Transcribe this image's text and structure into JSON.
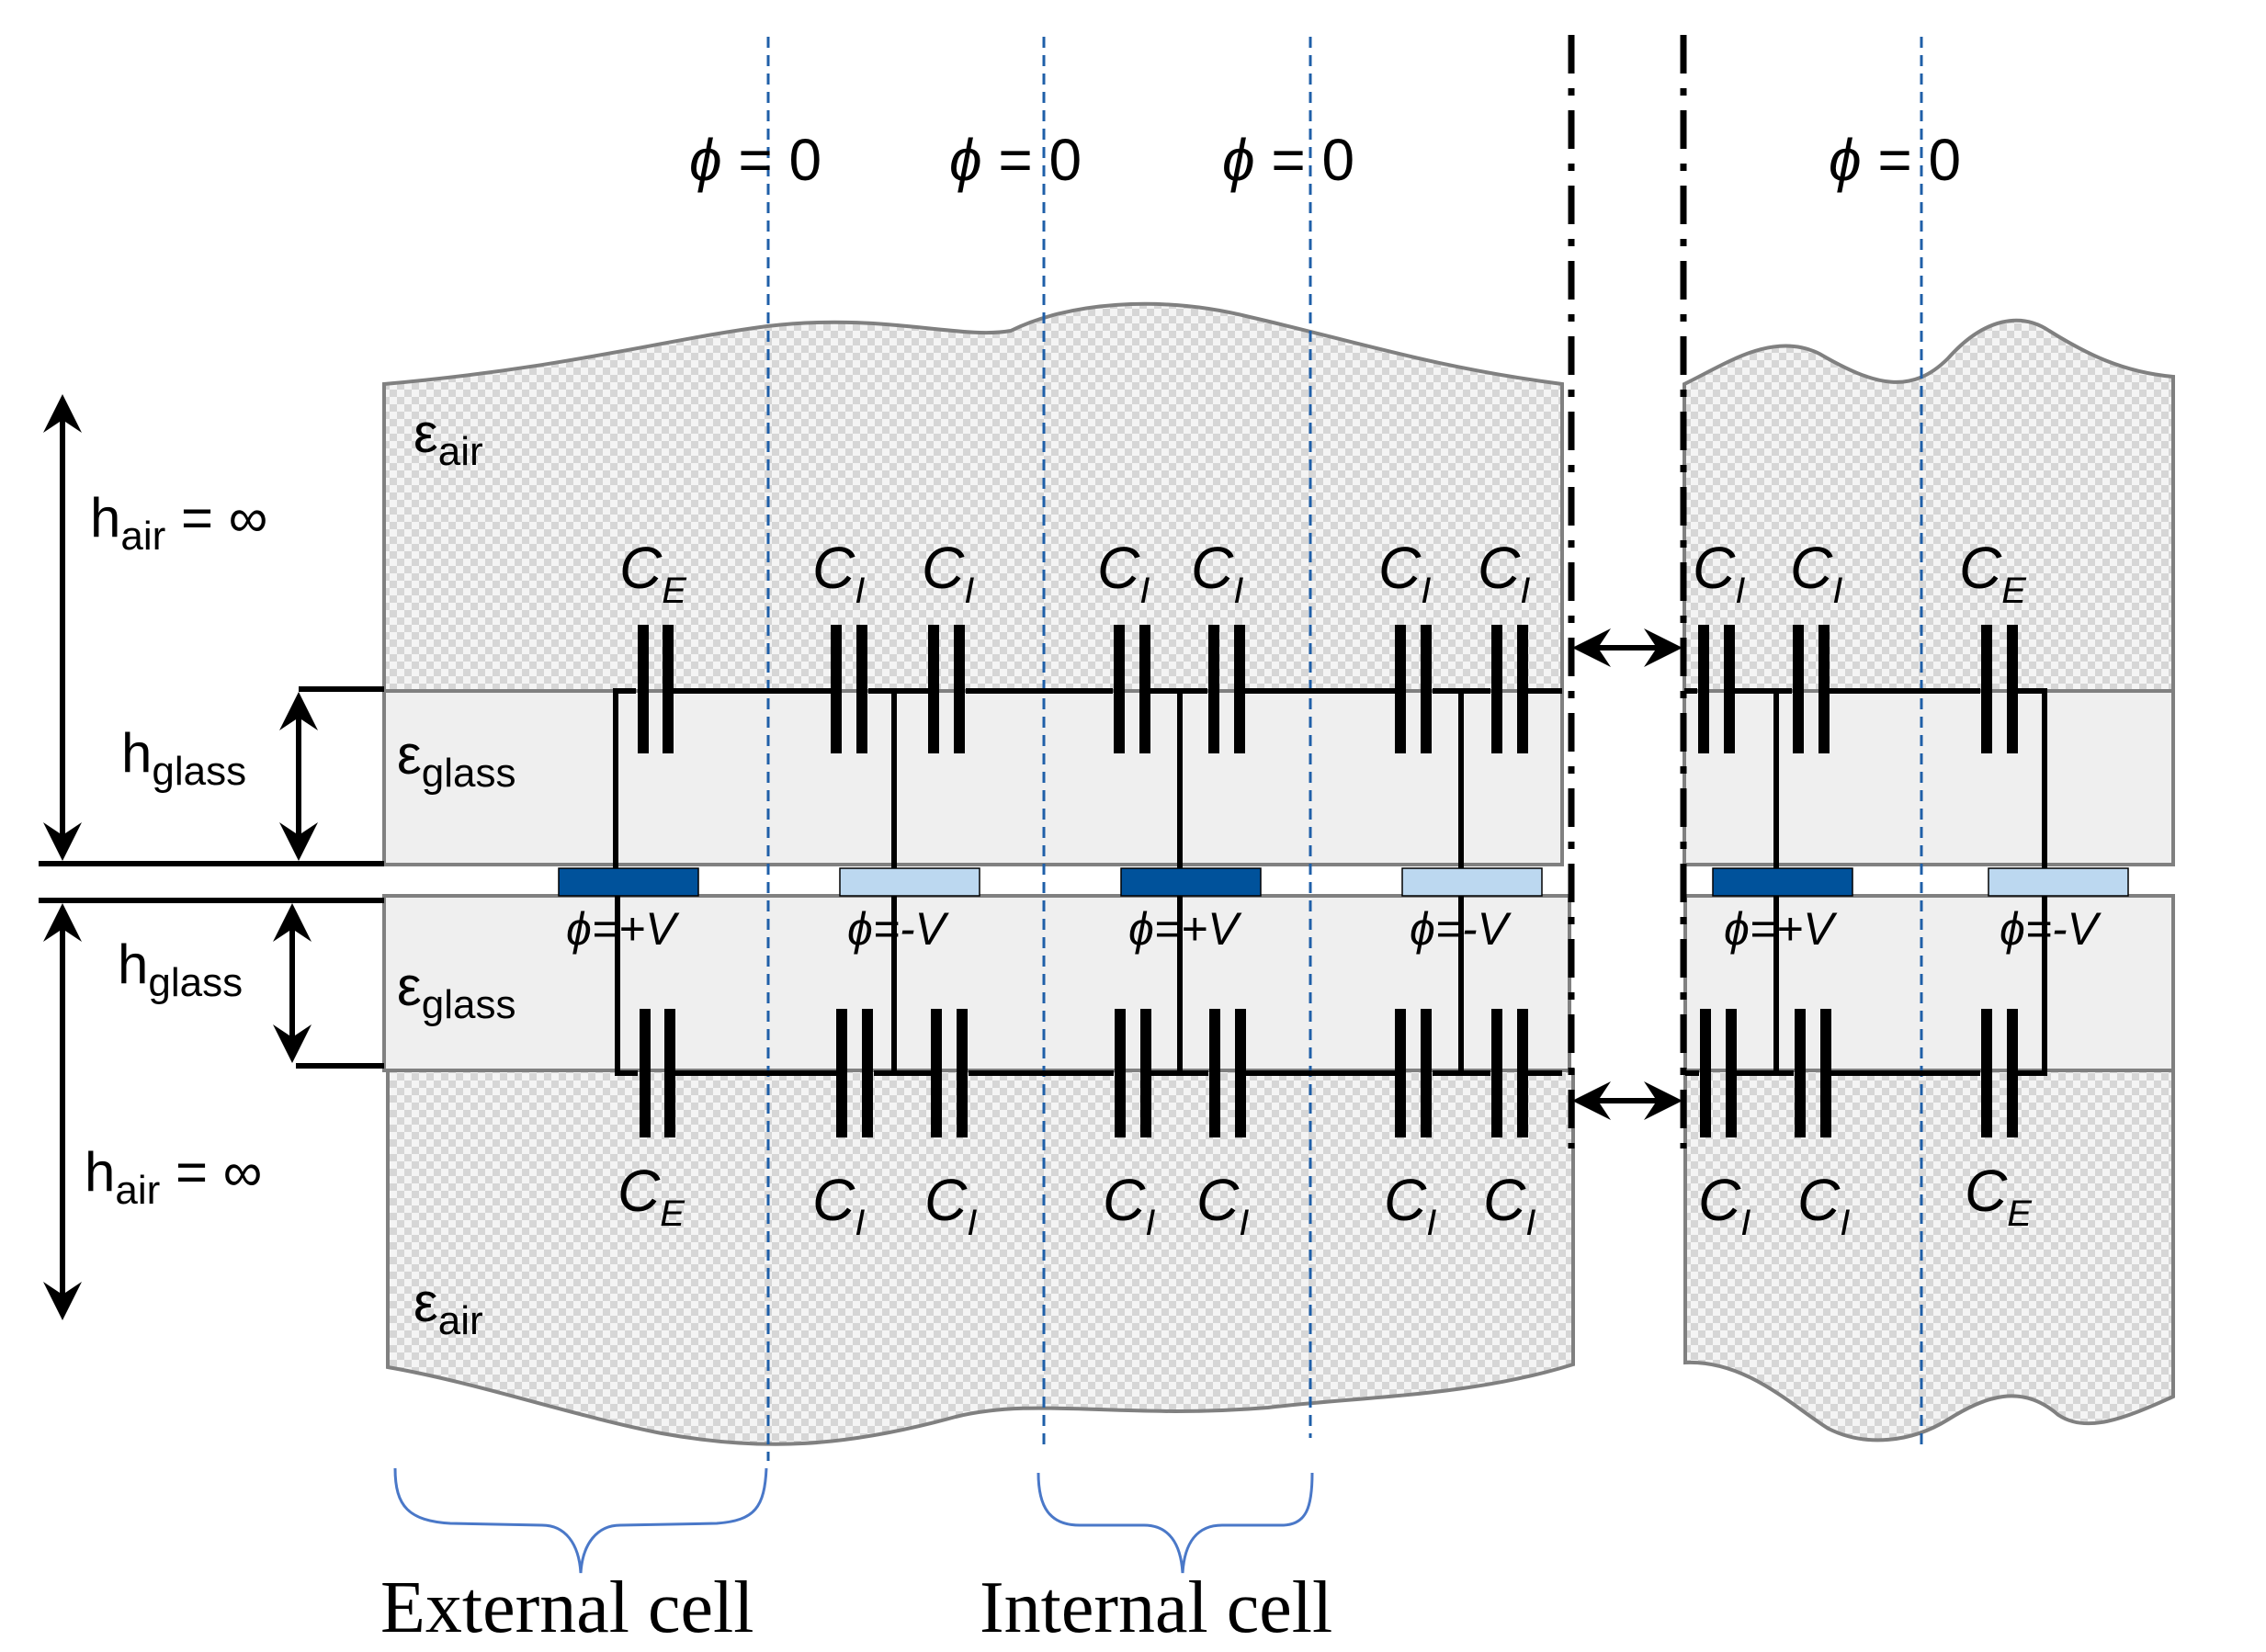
{
  "labels": {
    "phi": "ϕ",
    "phi_zero_rhs": " = 0",
    "eps": "ε",
    "air_sub": "air",
    "glass_sub": "glass",
    "h": "h",
    "inf_rhs": " = ∞",
    "cap_letter": "C",
    "cap_internal_sub": "I",
    "cap_external_sub": "E",
    "electrode_pos_rhs": "=+V",
    "electrode_neg_rhs": "=-V",
    "external_cell": "External cell",
    "internal_cell": "Internal cell"
  },
  "colors": {
    "electrode_positive": "#00529b",
    "electrode_negative": "#bcd8f0",
    "glass_fill": "#efefef",
    "air_checker_light": "#f4f4f4",
    "air_checker_dark": "#d6d6d6",
    "potential_line": "#1f5fa8",
    "brace": "#4a78c8"
  }
}
